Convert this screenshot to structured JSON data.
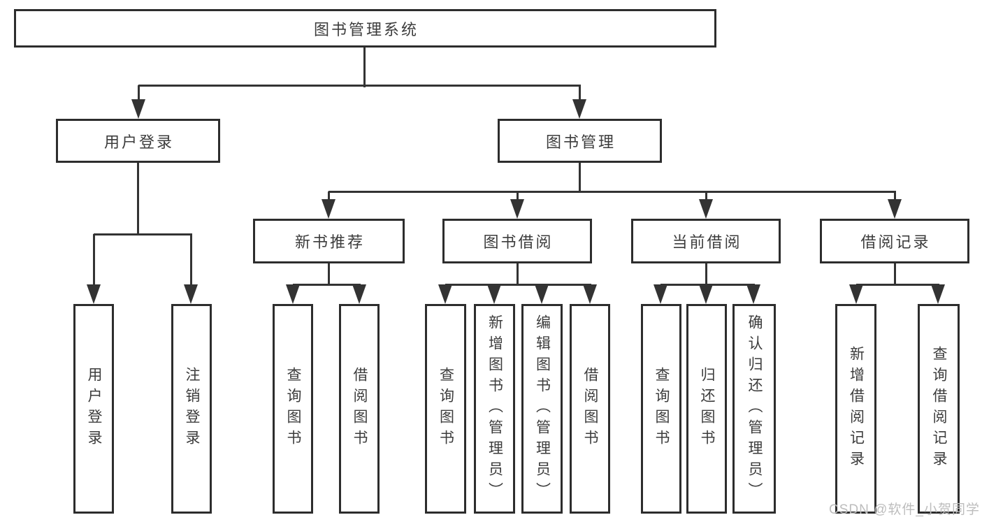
{
  "diagram_title": "图书管理系统",
  "nodes": [
    {
      "id": "root",
      "label": "图书管理系统",
      "parent": null
    },
    {
      "id": "user-login",
      "label": "用户登录",
      "parent": "root"
    },
    {
      "id": "book-mgmt",
      "label": "图书管理",
      "parent": "root"
    },
    {
      "id": "new-book-rec",
      "label": "新书推荐",
      "parent": "book-mgmt"
    },
    {
      "id": "book-borrow",
      "label": "图书借阅",
      "parent": "book-mgmt"
    },
    {
      "id": "current-borrow",
      "label": "当前借阅",
      "parent": "book-mgmt"
    },
    {
      "id": "borrow-records",
      "label": "借阅记录",
      "parent": "book-mgmt"
    },
    {
      "id": "user-login-leaf",
      "label": "用户登录",
      "parent": "user-login"
    },
    {
      "id": "logout-leaf",
      "label": "注销登录",
      "parent": "user-login"
    },
    {
      "id": "query-books-rec",
      "label": "查询图书",
      "parent": "new-book-rec"
    },
    {
      "id": "borrow-books-rec",
      "label": "借阅图书",
      "parent": "new-book-rec"
    },
    {
      "id": "query-books-borrow",
      "label": "查询图书",
      "parent": "book-borrow"
    },
    {
      "id": "add-book-admin",
      "label": "新增图书（管理员）",
      "parent": "book-borrow"
    },
    {
      "id": "edit-book-admin",
      "label": "编辑图书（管理员）",
      "parent": "book-borrow"
    },
    {
      "id": "borrow-books-borrow",
      "label": "借阅图书",
      "parent": "book-borrow"
    },
    {
      "id": "query-books-current",
      "label": "查询图书",
      "parent": "current-borrow"
    },
    {
      "id": "return-books",
      "label": "归还图书",
      "parent": "current-borrow"
    },
    {
      "id": "confirm-return-admin",
      "label": "确认归还（管理员）",
      "parent": "current-borrow"
    },
    {
      "id": "add-borrow-record",
      "label": "新增借阅记录",
      "parent": "borrow-records"
    },
    {
      "id": "query-borrow-record",
      "label": "查询借阅记录",
      "parent": "borrow-records"
    }
  ],
  "watermark": "CSDN @软件_小贺同学",
  "colors": {
    "line": "#333333",
    "border": "#2d2d2d",
    "text": "#3c3c3c",
    "watermark": "#bdbdbd"
  }
}
